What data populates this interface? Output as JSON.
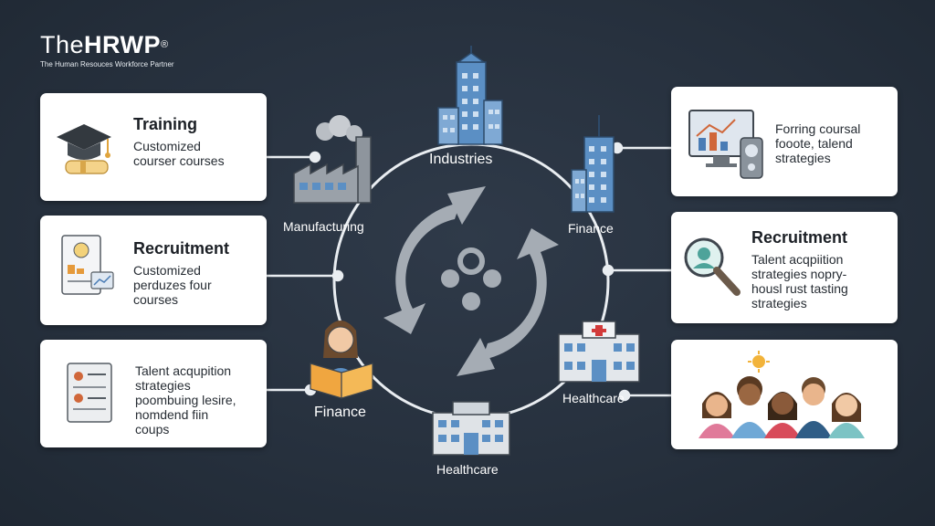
{
  "brand": {
    "name_light": "The",
    "name_bold": "HRWP",
    "registered": "®",
    "tagline": "The Human Resouces Workforce Partner"
  },
  "hub": {
    "labels": {
      "industries": "Industries",
      "manufacturing": "Manufacturing",
      "finance_right": "Finance",
      "finance_left": "Finance",
      "healthcare_right": "Healthcare",
      "healthcare_bottom": "Healthcare"
    }
  },
  "left_cards": [
    {
      "title": "Training",
      "body": [
        "Customized",
        "courser courses"
      ],
      "icon": "graduation-cap-icon"
    },
    {
      "title": "Recruitment",
      "body": [
        "Customized",
        "perduzes four",
        "courses"
      ],
      "icon": "document-chart-icon"
    },
    {
      "title": "",
      "body": [
        "Talent acqupition",
        "strategies",
        "poombuing lesire,",
        "nomdend fiin",
        "coups"
      ],
      "icon": "resume-icon"
    }
  ],
  "right_cards": [
    {
      "title": "",
      "body": [
        "Forring coursal",
        "fooote, talend",
        "strategies"
      ],
      "icon": "monitor-chart-icon"
    },
    {
      "title": "Recruitment",
      "body": [
        "Talent acqpiition",
        "strategies nopry-",
        "housl rust tasting",
        "strategies"
      ],
      "icon": "magnifier-person-icon"
    },
    {
      "title": "",
      "body": [],
      "icon": "people-group-icon"
    }
  ],
  "colors": {
    "background": "#27313f",
    "card": "#ffffff",
    "connector": "#e9edf1",
    "arrow": "#a5acb4",
    "building": "#5b8fc4"
  }
}
